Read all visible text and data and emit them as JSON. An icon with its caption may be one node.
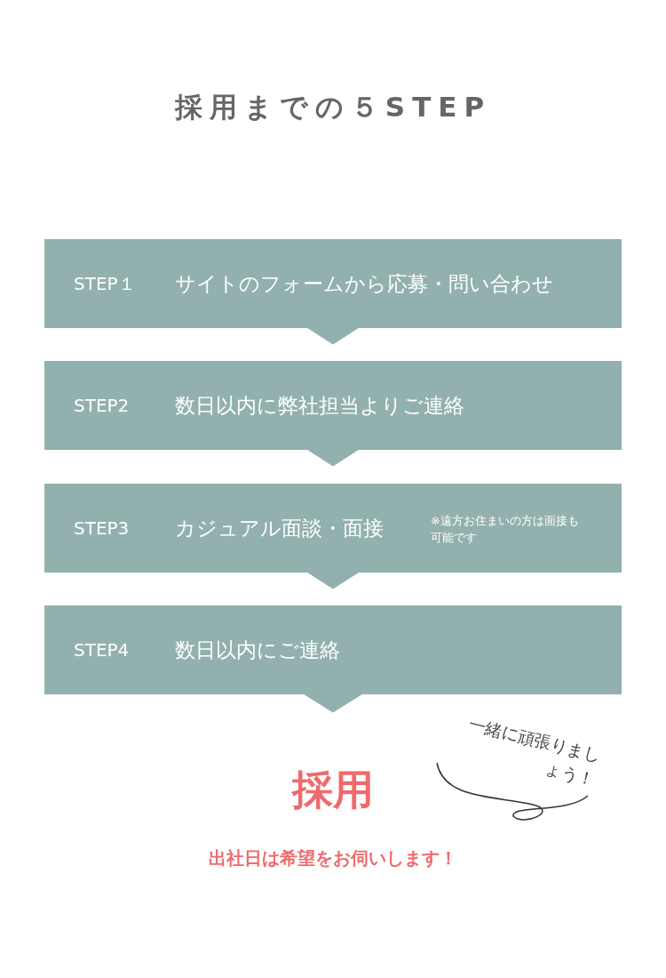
{
  "diagram": {
    "title": "採用までの５STEP",
    "nodes": [
      {
        "text": [
          "STEP１",
          "サイトのフォームから応募・問い合わせ"
        ]
      },
      {
        "text": [
          "STEP2",
          "数日以内に弊社担当よりご連絡"
        ]
      },
      {
        "text": [
          "STEP3",
          "カジュアル面談・面接",
          "※遠方お住まいの方は面接も可能です"
        ]
      },
      {
        "text": [
          "STEP4",
          "数日以内にご連絡"
        ]
      },
      {
        "text": [
          "採用"
        ]
      }
    ],
    "edges": [
      {
        "from": 0,
        "to": 1,
        "arrow": "to"
      },
      {
        "from": 1,
        "to": 2,
        "arrow": "to"
      },
      {
        "from": 2,
        "to": 3,
        "arrow": "to"
      },
      {
        "from": 3,
        "to": 4,
        "arrow": "to"
      }
    ],
    "labels": [
      "一緒に頑張りましょう！",
      "出社日は希望をお伺いします！"
    ]
  }
}
